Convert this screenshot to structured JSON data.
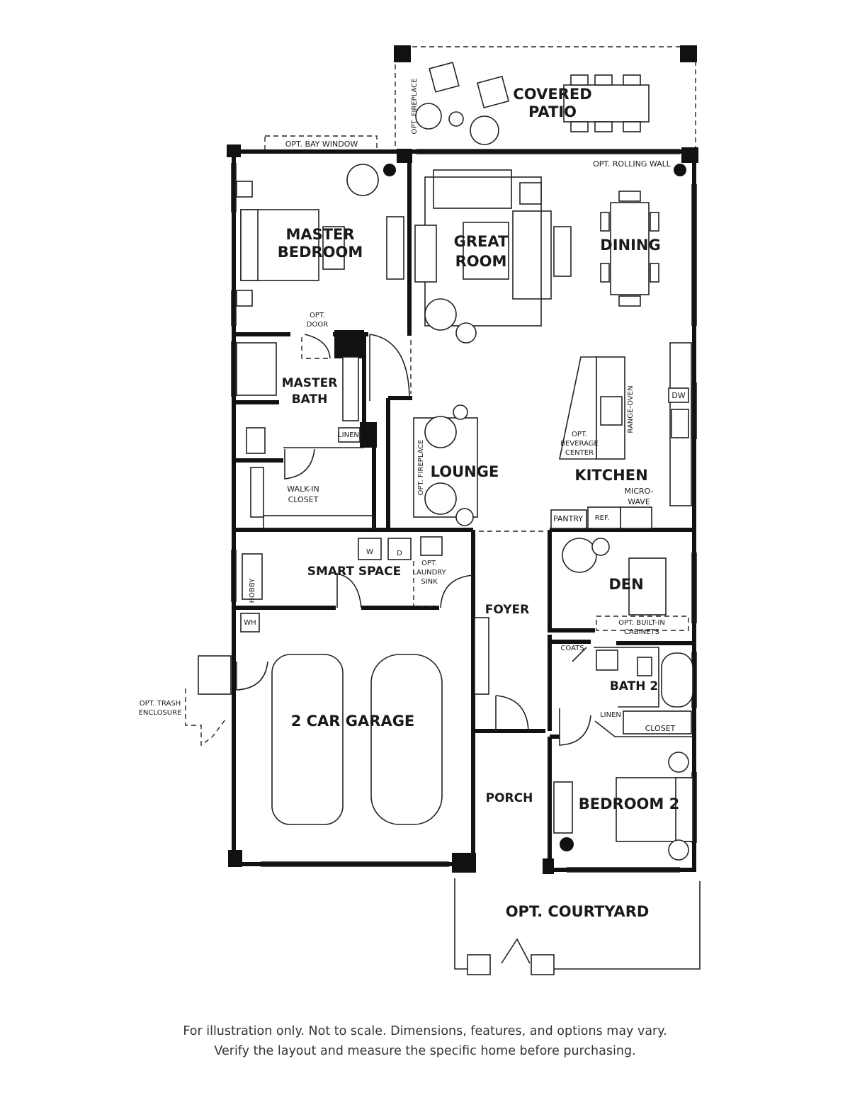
{
  "floorplan": {
    "rooms": {
      "covered_patio": [
        "COVERED",
        "PATIO"
      ],
      "master_bedroom": [
        "MASTER",
        "BEDROOM"
      ],
      "great_room": [
        "GREAT",
        "ROOM"
      ],
      "dining": "DINING",
      "master_bath": [
        "MASTER",
        "BATH"
      ],
      "walk_in_closet": [
        "WALK-IN",
        "CLOSET"
      ],
      "lounge": "LOUNGE",
      "kitchen": "KITCHEN",
      "smart_space": "SMART SPACE",
      "foyer": "FOYER",
      "den": "DEN",
      "garage": "2 CAR GARAGE",
      "bath_2": "BATH 2",
      "porch": "PORCH",
      "bedroom_2": "BEDROOM 2",
      "opt_courtyard": "OPT. COURTYARD"
    },
    "callouts": {
      "opt_fireplace_patio": "OPT. FIREPLACE",
      "opt_bay_window": "OPT. BAY WINDOW",
      "opt_rolling_wall": "OPT. ROLLING WALL",
      "opt_door": [
        "OPT.",
        "DOOR"
      ],
      "linen_master": "LINEN",
      "opt_fireplace_lounge": "OPT. FIREPLACE",
      "dw": "DW",
      "range_oven": "RANGE-OVEN",
      "opt_beverage_center": [
        "OPT.",
        "BEVERAGE",
        "CENTER"
      ],
      "microwave": [
        "MICRO-",
        "WAVE"
      ],
      "pantry": "PANTRY",
      "ref": "REF.",
      "hobby": "HOBBY",
      "washer": "W",
      "dryer": "D",
      "opt_laundry_sink": [
        "OPT.",
        "LAUNDRY",
        "SINK"
      ],
      "opt_built_in_cabinets": [
        "OPT. BUILT-IN",
        "CABINETS"
      ],
      "wh": "WH",
      "coats": "COATS",
      "linen_bath2": "LINEN",
      "closet": "CLOSET",
      "opt_trash_enclosure": [
        "OPT. TRASH",
        "ENCLOSURE"
      ]
    }
  },
  "disclaimer": {
    "line1": "For illustration only. Not to scale. Dimensions, features, and options may vary.",
    "line2": "Verify the layout and measure the specific home before purchasing."
  }
}
